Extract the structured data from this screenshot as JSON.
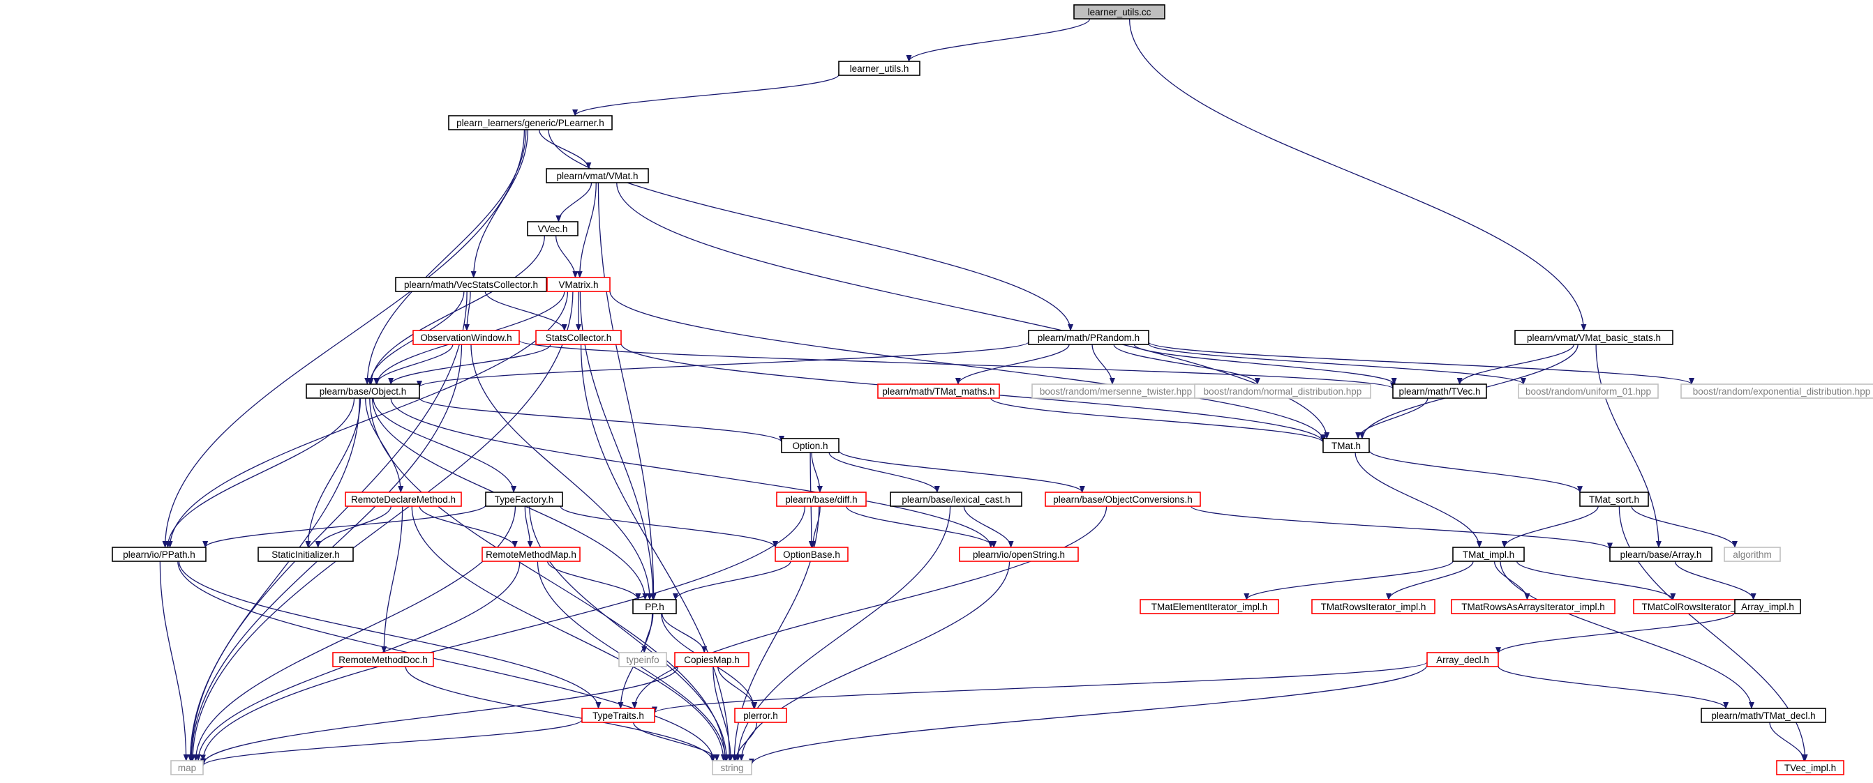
{
  "colors": {
    "edge": "#191970",
    "box_local": "#000000",
    "box_incomplete": "#ff0000",
    "box_external": "#bfbfbf",
    "box_root_fill": "#bfbfbf"
  },
  "nodes": [
    {
      "id": "learner_utils_cc",
      "label": "learner_utils.cc",
      "kind": "root"
    },
    {
      "id": "learner_utils_h",
      "label": "learner_utils.h",
      "kind": "local"
    },
    {
      "id": "plearner_h",
      "label": "plearn_learners/generic/PLearner.h",
      "kind": "local"
    },
    {
      "id": "vmat_h",
      "label": "plearn/vmat/VMat.h",
      "kind": "local"
    },
    {
      "id": "vvec_h",
      "label": "VVec.h",
      "kind": "local"
    },
    {
      "id": "vecstats_h",
      "label": "plearn/math/VecStatsCollector.h",
      "kind": "local"
    },
    {
      "id": "vmatrix_h",
      "label": "VMatrix.h",
      "kind": "incomplete"
    },
    {
      "id": "obswin_h",
      "label": "ObservationWindow.h",
      "kind": "incomplete"
    },
    {
      "id": "statscol_h",
      "label": "StatsCollector.h",
      "kind": "incomplete"
    },
    {
      "id": "object_h",
      "label": "plearn/base/Object.h",
      "kind": "local"
    },
    {
      "id": "prandom_h",
      "label": "plearn/math/PRandom.h",
      "kind": "local"
    },
    {
      "id": "vmat_basic_stats_h",
      "label": "plearn/vmat/VMat_basic_stats.h",
      "kind": "local"
    },
    {
      "id": "tmat_maths_h",
      "label": "plearn/math/TMat_maths.h",
      "kind": "incomplete"
    },
    {
      "id": "mersenne_hpp",
      "label": "boost/random/mersenne_twister.hpp",
      "kind": "external"
    },
    {
      "id": "normal_hpp",
      "label": "boost/random/normal_distribution.hpp",
      "kind": "external"
    },
    {
      "id": "tvec_h",
      "label": "plearn/math/TVec.h",
      "kind": "local"
    },
    {
      "id": "uniform_hpp",
      "label": "boost/random/uniform_01.hpp",
      "kind": "external"
    },
    {
      "id": "expdist_hpp",
      "label": "boost/random/exponential_distribution.hpp",
      "kind": "external"
    },
    {
      "id": "tmat_h",
      "label": "TMat.h",
      "kind": "local"
    },
    {
      "id": "option_h",
      "label": "Option.h",
      "kind": "local"
    },
    {
      "id": "remotedeclare_h",
      "label": "RemoteDeclareMethod.h",
      "kind": "incomplete"
    },
    {
      "id": "typefactory_h",
      "label": "TypeFactory.h",
      "kind": "local"
    },
    {
      "id": "diff_h",
      "label": "plearn/base/diff.h",
      "kind": "incomplete"
    },
    {
      "id": "lexical_h",
      "label": "plearn/base/lexical_cast.h",
      "kind": "local"
    },
    {
      "id": "objconv_h",
      "label": "plearn/base/ObjectConversions.h",
      "kind": "incomplete"
    },
    {
      "id": "tmat_sort_h",
      "label": "TMat_sort.h",
      "kind": "local"
    },
    {
      "id": "ppath_h",
      "label": "plearn/io/PPath.h",
      "kind": "local"
    },
    {
      "id": "staticinit_h",
      "label": "StaticInitializer.h",
      "kind": "local"
    },
    {
      "id": "remotemap_h",
      "label": "RemoteMethodMap.h",
      "kind": "incomplete"
    },
    {
      "id": "optionbase_h",
      "label": "OptionBase.h",
      "kind": "incomplete"
    },
    {
      "id": "openstring_h",
      "label": "plearn/io/openString.h",
      "kind": "incomplete"
    },
    {
      "id": "tmat_impl_h",
      "label": "TMat_impl.h",
      "kind": "local"
    },
    {
      "id": "array_h",
      "label": "plearn/base/Array.h",
      "kind": "local"
    },
    {
      "id": "algorithm",
      "label": "algorithm",
      "kind": "external"
    },
    {
      "id": "pp_h",
      "label": "PP.h",
      "kind": "local"
    },
    {
      "id": "tmatelem_h",
      "label": "TMatElementIterator_impl.h",
      "kind": "incomplete"
    },
    {
      "id": "tmatrows_h",
      "label": "TMatRowsIterator_impl.h",
      "kind": "incomplete"
    },
    {
      "id": "tmatrowsarr_h",
      "label": "TMatRowsAsArraysIterator_impl.h",
      "kind": "incomplete"
    },
    {
      "id": "tmatcols_h",
      "label": "TMatColRowsIterator_impl.h",
      "kind": "incomplete"
    },
    {
      "id": "array_impl_h",
      "label": "Array_impl.h",
      "kind": "local"
    },
    {
      "id": "typeinfo",
      "label": "typeinfo",
      "kind": "external"
    },
    {
      "id": "copiesmap_h",
      "label": "CopiesMap.h",
      "kind": "incomplete"
    },
    {
      "id": "array_decl_h",
      "label": "Array_decl.h",
      "kind": "incomplete"
    },
    {
      "id": "remotedoc_h",
      "label": "RemoteMethodDoc.h",
      "kind": "incomplete"
    },
    {
      "id": "typetraits_h",
      "label": "TypeTraits.h",
      "kind": "incomplete"
    },
    {
      "id": "perror_h",
      "label": "plerror.h",
      "kind": "incomplete"
    },
    {
      "id": "tmat_decl_h",
      "label": "plearn/math/TMat_decl.h",
      "kind": "local"
    },
    {
      "id": "map",
      "label": "map",
      "kind": "external"
    },
    {
      "id": "string",
      "label": "string",
      "kind": "external"
    },
    {
      "id": "tvec_impl_h",
      "label": "TVec_impl.h",
      "kind": "incomplete"
    }
  ],
  "edges": [
    [
      "learner_utils_cc",
      "learner_utils_h"
    ],
    [
      "learner_utils_cc",
      "vmat_basic_stats_h"
    ],
    [
      "learner_utils_h",
      "plearner_h"
    ],
    [
      "plearner_h",
      "vmat_h"
    ],
    [
      "plearner_h",
      "vecstats_h"
    ],
    [
      "plearner_h",
      "prandom_h"
    ],
    [
      "plearner_h",
      "object_h"
    ],
    [
      "plearner_h",
      "ppath_h"
    ],
    [
      "vmat_h",
      "vvec_h"
    ],
    [
      "vmat_h",
      "vmatrix_h"
    ],
    [
      "vmat_h",
      "pp_h"
    ],
    [
      "vmat_h",
      "tmat_h"
    ],
    [
      "vvec_h",
      "vmatrix_h"
    ],
    [
      "vvec_h",
      "object_h"
    ],
    [
      "vecstats_h",
      "obswin_h"
    ],
    [
      "vecstats_h",
      "statscol_h"
    ],
    [
      "vecstats_h",
      "object_h"
    ],
    [
      "vecstats_h",
      "map"
    ],
    [
      "vmatrix_h",
      "statscol_h"
    ],
    [
      "vmatrix_h",
      "object_h"
    ],
    [
      "vmatrix_h",
      "pp_h"
    ],
    [
      "vmatrix_h",
      "tmat_h"
    ],
    [
      "vmatrix_h",
      "ppath_h"
    ],
    [
      "vmatrix_h",
      "map"
    ],
    [
      "obswin_h",
      "object_h"
    ],
    [
      "obswin_h",
      "tvec_h"
    ],
    [
      "obswin_h",
      "pp_h"
    ],
    [
      "obswin_h",
      "map"
    ],
    [
      "statscol_h",
      "object_h"
    ],
    [
      "statscol_h",
      "tmat_h"
    ],
    [
      "statscol_h",
      "string"
    ],
    [
      "prandom_h",
      "object_h"
    ],
    [
      "prandom_h",
      "tmat_maths_h"
    ],
    [
      "prandom_h",
      "mersenne_hpp"
    ],
    [
      "prandom_h",
      "normal_hpp"
    ],
    [
      "prandom_h",
      "uniform_hpp"
    ],
    [
      "prandom_h",
      "expdist_hpp"
    ],
    [
      "prandom_h",
      "tvec_h"
    ],
    [
      "vmat_basic_stats_h",
      "tvec_h"
    ],
    [
      "vmat_basic_stats_h",
      "tmat_h"
    ],
    [
      "vmat_basic_stats_h",
      "array_h"
    ],
    [
      "tmat_maths_h",
      "tmat_h"
    ],
    [
      "tvec_h",
      "tmat_h"
    ],
    [
      "object_h",
      "option_h"
    ],
    [
      "object_h",
      "remotedeclare_h"
    ],
    [
      "object_h",
      "typefactory_h"
    ],
    [
      "object_h",
      "staticinit_h"
    ],
    [
      "object_h",
      "ppath_h"
    ],
    [
      "object_h",
      "pp_h"
    ],
    [
      "object_h",
      "openstring_h"
    ],
    [
      "object_h",
      "map"
    ],
    [
      "object_h",
      "string"
    ],
    [
      "tmat_h",
      "tmat_sort_h"
    ],
    [
      "tmat_h",
      "tmat_impl_h"
    ],
    [
      "option_h",
      "diff_h"
    ],
    [
      "option_h",
      "lexical_h"
    ],
    [
      "option_h",
      "objconv_h"
    ],
    [
      "option_h",
      "optionbase_h"
    ],
    [
      "remotedeclare_h",
      "remotemap_h"
    ],
    [
      "remotedeclare_h",
      "remotedoc_h"
    ],
    [
      "remotedeclare_h",
      "staticinit_h"
    ],
    [
      "remotedeclare_h",
      "string"
    ],
    [
      "typefactory_h",
      "ppath_h"
    ],
    [
      "typefactory_h",
      "remotemap_h"
    ],
    [
      "typefactory_h",
      "optionbase_h"
    ],
    [
      "typefactory_h",
      "map"
    ],
    [
      "typefactory_h",
      "string"
    ],
    [
      "diff_h",
      "optionbase_h"
    ],
    [
      "diff_h",
      "openstring_h"
    ],
    [
      "diff_h",
      "map"
    ],
    [
      "diff_h",
      "string"
    ],
    [
      "lexical_h",
      "openstring_h"
    ],
    [
      "lexical_h",
      "string"
    ],
    [
      "objconv_h",
      "array_h"
    ],
    [
      "objconv_h",
      "typetraits_h"
    ],
    [
      "tmat_sort_h",
      "tmat_impl_h"
    ],
    [
      "tmat_sort_h",
      "algorithm"
    ],
    [
      "tmat_sort_h",
      "tvec_impl_h"
    ],
    [
      "ppath_h",
      "typetraits_h"
    ],
    [
      "ppath_h",
      "map"
    ],
    [
      "ppath_h",
      "string"
    ],
    [
      "remotemap_h",
      "pp_h"
    ],
    [
      "remotemap_h",
      "map"
    ],
    [
      "remotemap_h",
      "string"
    ],
    [
      "optionbase_h",
      "pp_h"
    ],
    [
      "openstring_h",
      "string"
    ],
    [
      "tmat_impl_h",
      "tmatelem_h"
    ],
    [
      "tmat_impl_h",
      "tmatrows_h"
    ],
    [
      "tmat_impl_h",
      "tmatrowsarr_h"
    ],
    [
      "tmat_impl_h",
      "tmatcols_h"
    ],
    [
      "tmat_impl_h",
      "tmat_decl_h"
    ],
    [
      "array_h",
      "array_impl_h"
    ],
    [
      "pp_h",
      "typeinfo"
    ],
    [
      "pp_h",
      "copiesmap_h"
    ],
    [
      "pp_h",
      "typetraits_h"
    ],
    [
      "pp_h",
      "perror_h"
    ],
    [
      "array_impl_h",
      "array_decl_h"
    ],
    [
      "copiesmap_h",
      "perror_h"
    ],
    [
      "copiesmap_h",
      "map"
    ],
    [
      "copiesmap_h",
      "string"
    ],
    [
      "array_decl_h",
      "typetraits_h"
    ],
    [
      "array_decl_h",
      "tmat_decl_h"
    ],
    [
      "array_decl_h",
      "string"
    ],
    [
      "remotedoc_h",
      "string"
    ],
    [
      "typetraits_h",
      "map"
    ],
    [
      "typetraits_h",
      "string"
    ],
    [
      "perror_h",
      "string"
    ],
    [
      "tmat_decl_h",
      "tvec_impl_h"
    ]
  ]
}
